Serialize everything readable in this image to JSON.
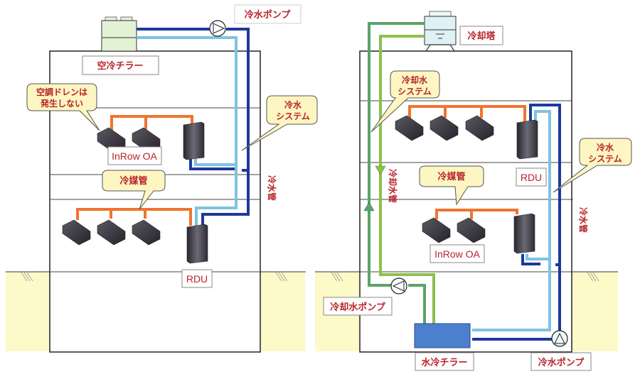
{
  "left_system": {
    "title": "Air-cooled chiller system",
    "air_chiller_label": "空冷チラー",
    "chilled_pump_label": "冷水ポンプ",
    "callout_drain": [
      "空調ドレンは",
      "発生しない"
    ],
    "callout_chilled_system": [
      "冷水",
      "システム"
    ],
    "callout_refrigerant": "冷媒管",
    "inrow_label": "InRow OA",
    "rdu_label": "RDU",
    "pipe_vertical_label": "冷水管"
  },
  "right_system": {
    "title": "Water-cooled chiller system",
    "cooling_tower_label": "冷却塔",
    "callout_condenser_system": [
      "冷却水",
      "システム"
    ],
    "callout_refrigerant": "冷媒管",
    "callout_chilled_system": [
      "冷水",
      "システム"
    ],
    "rdu_label": "RDU",
    "inrow_label": "InRow OA",
    "condenser_pipe_label": "冷却水管",
    "chilled_pipe_label": "冷水管",
    "condenser_pump_label": "冷却水ポンプ",
    "water_chiller_label": "水冷チラー",
    "chilled_pump_label": "冷水ポンプ"
  },
  "colors": {
    "chilled_supply": "#1c3a9c",
    "chilled_return": "#7ec3e0",
    "refrigerant": "#f0742e",
    "condenser_dark": "#5aa36a",
    "condenser_light": "#8dc04a",
    "label_red": "#b8232a",
    "callout_fill": "#fdf6c2",
    "ground_fill": "#fdf9c8",
    "air_chiller_fill": "#e3f2d5",
    "cooling_tower_fill": "#dff1f6",
    "water_chiller_fill": "#4d7fcf"
  }
}
